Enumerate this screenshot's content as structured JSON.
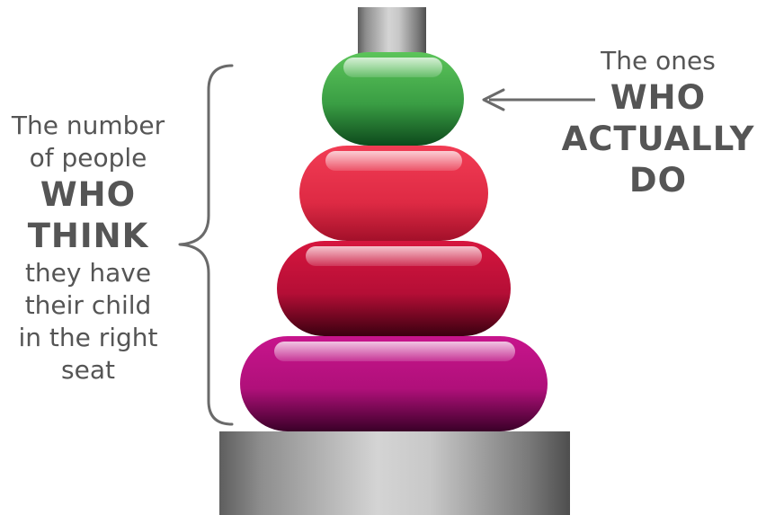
{
  "left_text": {
    "line1": "The number",
    "line2": "of people",
    "emph1": "WHO",
    "emph2": "THINK",
    "line3": "they have",
    "line4": "their child",
    "line5": "in the right",
    "line6": "seat"
  },
  "right_text": {
    "line1": "The ones",
    "emph1": "WHO",
    "emph2": "ACTUALLY",
    "emph3": "DO"
  },
  "colors": {
    "text": "#555555",
    "ring_top": "#3aa64a",
    "ring_2": "#e8304a",
    "ring_3": "#c0123a",
    "ring_bottom": "#b8117e",
    "pole": "#9a9a9a"
  }
}
